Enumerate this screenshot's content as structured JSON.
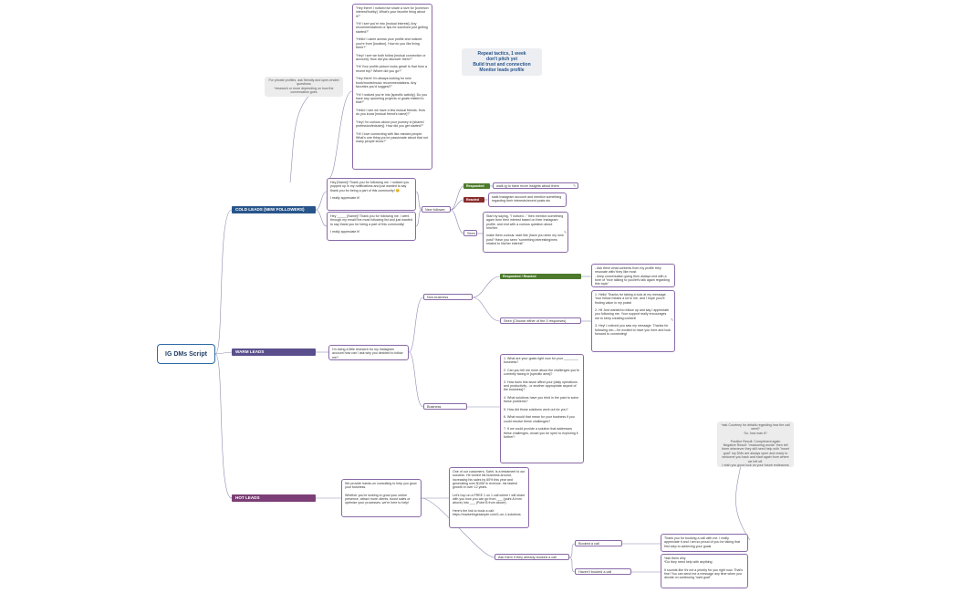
{
  "root": "IG DMs Script",
  "branches": {
    "cold": "COLD LEADS (NEW FOLLOWERS)",
    "warm": "WARM LEADS",
    "hot": "HOT LEADS"
  },
  "callout": "Repeat tactics, 1 week\ndon't pitch yet\nBuild trust and connection\nMonitor leads profile",
  "private_note": "For private profiles, ask friendly and open-ended questions\n*research or more depending on how the conversation goes",
  "openers": "\"Hey there! I noticed we share a love for [common interest/hobby]. What's your favorite thing about it?\"\n\n\"Hi! I see you're into [mutual interest]. Any recommendations or tips for someone just getting started?\"\n\n\"Hello! I came across your profile and noticed you're from [location]. How do you like living there?\"\n\n\"Hey! I see we both follow [mutual connection or account]. How did you discover them?\"\n\n\"Hi! Your profile picture looks great! Is that from a recent trip? Where did you go?\"\n\n\"Hey there! I'm always looking for new book/movie/music recommendations. Any favorites you'd suggest?\"\n\n\"Hi! I noticed you're into [specific activity]. Do you have any upcoming projects or goals related to that?\"\n\n\"Hello! I see we have a few mutual friends. How do you know [mutual friend's name]?\"\n\n\"Hey! I'm curious about your journey in [shared profession/industry]. How did you get started?\"\n\n\"Hi! I love connecting with like-minded people. What's one thing you're passionate about that not many people know?\"",
  "cold": {
    "msg1": "Hey [Name]! Thank you for following me. I noticed you popped up in my notifications and just wanted to say thank you for being a part of this community! 😊\n\nI really appreciate it!",
    "msg2": "Hey _____ [Name]! Thank you for following me. I went through my email! the most following list and just wanted to say thank you for being a part of this community!\n\nI really appreciate it!",
    "new_follower": "New follower",
    "responded": "Responded",
    "responded_text": "walk ig to have more insights about them",
    "reacted": "Reacted",
    "reacted_text": "stalk Instagram account and mention something regarding their interests/recent posts etc",
    "seen": "Seen",
    "seen_text": "Start by saying, \"I noticed...\" then mention something again from their interest based on their Instagram profile, and end with a curious question about him/her.\n\nmake them curious: start like (have you seen my new post? Have you seen \"something interesting/new related to his/her interest\""
  },
  "warm": {
    "intro": "I'm doing a little research for my Instagram account how can I ask why you decided to follow me?",
    "non_business": "Non-business",
    "business": "Business",
    "responded_reacted": "Responded / Reacted",
    "rr_text": "- Ask them what contents from my profile they resonate with/ they like most\n- keep conversation going then always end with a tone of \"nice talking to you/let's talk again regarding this topic\"",
    "seen_choose": "Seen (Choose either of the 3 responses)",
    "seen_text": "1. Hello! Thanks for taking a look at my message. Your follow means a lot to me, and I hope you're finding value in my posts!\n\n2. Hi! Just wanted to follow up and say I appreciate you following me. Your support really encourages me to keep creating content!\n\n3. Hey! I noticed you saw my message. Thanks for following me—I'm excited to have you here and look forward to connecting!",
    "biz_text": "1. What are your goals right now for your ________ business?\n\n2. Can you tell me more about the challenges you're currently facing in [specific area]?\n\n3. How does this issue affect your [daily operations and productivity - or another appropriate aspect of the business]?\n\n4. What solutions have you tried in the past to solve these problems?\n\n5. How did those solutions work out for you?\n\n6. What would that mean for your business if you could resolve these challenges?\n\n7. If we could provide a solution that addresses these challenges, would you be open to exploring it further?"
  },
  "hot": {
    "intro": "We provide hands-on consulting to help you grow your business.\n\nWhether you're looking to grow your online presence, attract more clients, boost sales or optimize your processes, we're here to help!",
    "case": "One of our customers, Sahri, is a testament to our success. He turned his business around, increasing his sales by 60% this year and generating over $10M in revenue, his fastest growth in over 12 years.\n\nLet's hop on a FREE 1 on 1 call where I will share with you how you can go from ___ (point A from above) into ___ (Point B from above)\n\nHere's the link to book a call: https://marketingexample.com/1-on-1-solutions",
    "ask": "Ask them if they already booked a call",
    "booked": "Booked a call",
    "booked_text": "Thank you for booking a call with me. I really appreciate it and I am so proud of you for taking that first step to achieving your goals",
    "not_booked": "Haven't booked a call",
    "not_booked_text": "*ask them why\n*Do they need help with anything\n\nIt sounds like it's not a priority for you right now. That's fine! You can send me a message any time when you decide on continuing \"said goal\"",
    "courtney": "*ask Courtney for details regarding how the call went?\nSo, how was it?\n\nPositive Result: Compliment again\nNegative Result: \"reassuring words\" then tell them whenever they still need help with \"insert goal\" my DMs are always open and ready to welcome you back and start again from where we left off.\nI wish you good luck on your future endeavors"
  }
}
